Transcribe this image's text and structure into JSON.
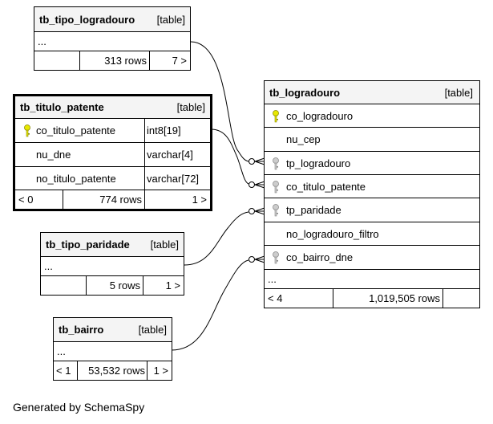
{
  "diagram": {
    "footer": "Generated by SchemaSpy",
    "tables": {
      "tb_tipo_logradouro": {
        "name": "tb_tipo_logradouro",
        "type": "[table]",
        "ellipsis": "...",
        "stats": {
          "parents": "",
          "rows": "313 rows",
          "children": "7 >"
        }
      },
      "tb_titulo_patente": {
        "name": "tb_titulo_patente",
        "type": "[table]",
        "columns": [
          {
            "name": "co_titulo_patente",
            "type": "int8[19]",
            "key": "primary"
          },
          {
            "name": "nu_dne",
            "type": "varchar[4]",
            "key": ""
          },
          {
            "name": "no_titulo_patente",
            "type": "varchar[72]",
            "key": ""
          }
        ],
        "stats": {
          "parents": "< 0",
          "rows": "774 rows",
          "children": "1 >"
        }
      },
      "tb_tipo_paridade": {
        "name": "tb_tipo_paridade",
        "type": "[table]",
        "ellipsis": "...",
        "stats": {
          "parents": "",
          "rows": "5 rows",
          "children": "1 >"
        }
      },
      "tb_bairro": {
        "name": "tb_bairro",
        "type": "[table]",
        "ellipsis": "...",
        "stats": {
          "parents": "< 1",
          "rows": "53,532 rows",
          "children": "1 >"
        }
      },
      "tb_logradouro": {
        "name": "tb_logradouro",
        "type": "[table]",
        "ellipsis": "...",
        "columns": [
          {
            "name": "co_logradouro",
            "key": "primary"
          },
          {
            "name": "nu_cep",
            "key": ""
          },
          {
            "name": "tp_logradouro",
            "key": "foreign"
          },
          {
            "name": "co_titulo_patente",
            "key": "foreign"
          },
          {
            "name": "tp_paridade",
            "key": "foreign"
          },
          {
            "name": "no_logradouro_filtro",
            "key": ""
          },
          {
            "name": "co_bairro_dne",
            "key": "foreign"
          }
        ],
        "stats": {
          "parents": "< 4",
          "rows": "1,019,505 rows",
          "children": ""
        }
      }
    },
    "colors": {
      "primary_key": "#e8e800",
      "foreign_key": "#aaaaaa",
      "header_bg": "#f4f4f4",
      "line": "#000000"
    }
  }
}
